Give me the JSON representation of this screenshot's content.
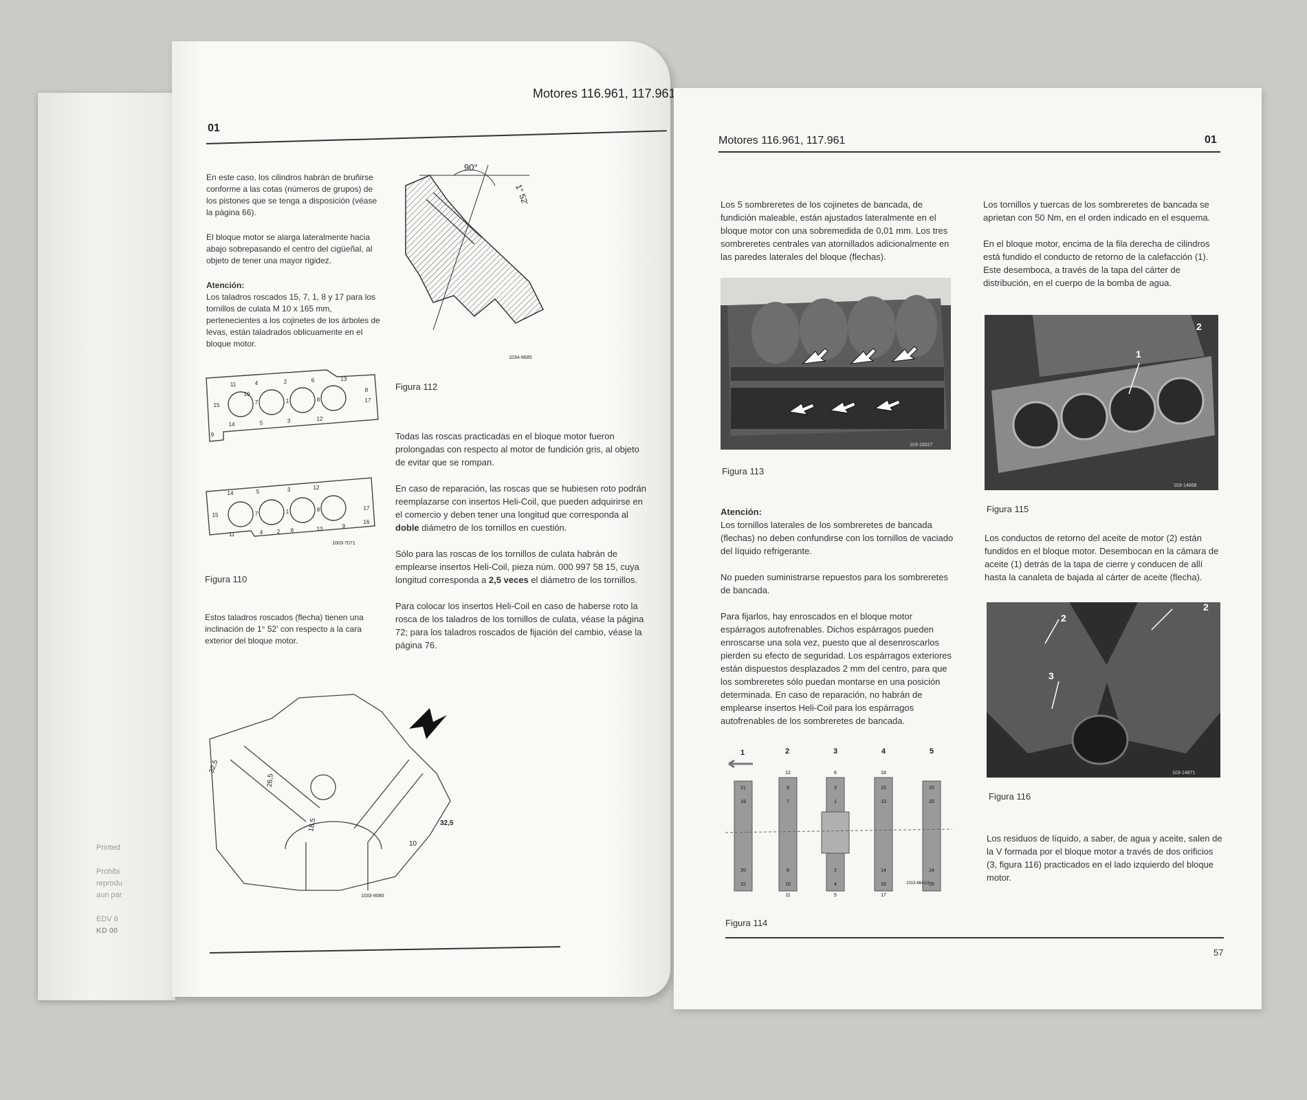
{
  "left_page": {
    "header_title": "Motores 116.961, 117.961",
    "section": "01",
    "para1": "En este caso, los cilindros habrán de bruñirse conforme a las cotas (números de grupos) de los pistones que se tenga a disposición (véase la página 66).",
    "para2": "El bloque motor se alarga lateralmente hacia abajo sobrepasando el centro del cigüeñal, al objeto de tener una mayor rigidez.",
    "atencion_label": "Atención:",
    "atencion_text": "Los taladros roscados 15, 7, 1, 8 y 17 para los tornillos de culata M 10 x 165 mm, pertenecientes a los cojinetes de los árboles de levas, están taladrados oblicuamente en el bloque motor.",
    "fig110_caption": "Figura 110",
    "fig110_code": "1003-7071",
    "fig110_top_numbers": [
      "11",
      "4",
      "10",
      "2",
      "6",
      "13",
      "8",
      "15",
      "7",
      "1",
      "8",
      "17",
      "14",
      "5",
      "3",
      "12",
      "9"
    ],
    "fig110_bottom_numbers": [
      "14",
      "5",
      "3",
      "12",
      "15",
      "7",
      "1",
      "8",
      "17",
      "11",
      "4",
      "2",
      "6",
      "13",
      "16",
      "9"
    ],
    "para3": "Estos taladros roscados (flecha) tienen una inclinación de 1° 52' con respecto a la cara exterior del bloque motor.",
    "fig112_caption": "Figura 112",
    "fig112_angle": "90°",
    "fig112_angle2": "1° 52'",
    "fig112_code": "1034-9685",
    "para4": "Todas las roscas practicadas en el bloque motor fueron prolongadas con respecto al motor de fundición gris, al objeto de evitar que se rompan.",
    "para5_a": "En caso de reparación, las roscas que se hubiesen roto podrán reemplazarse con insertos Heli-Coil, que pueden adquirirse en el comercio y deben tener una longitud que corresponda al ",
    "para5_bold": "doble",
    "para5_b": " diámetro de los tornillos en cuestión.",
    "para6_a": "Sólo para las roscas de los tornillos de culata habrán de emplearse insertos Heli-Coil, pieza núm. 000 997 58 15, cuya longitud corresponda a ",
    "para6_bold": "2,5 veces",
    "para6_b": " el diámetro de los tornillos.",
    "para7": "Para colocar los insertos Heli-Coil en caso de haberse roto la rosca de los taladros de los tornillos de culata, véase la página 72; para los taladros roscados de fijación del cambio, véase la página 76.",
    "fig111_dims": [
      "32,5",
      "32,5",
      "26,5",
      "10",
      "18,5"
    ],
    "fig111_code": "1033-9080"
  },
  "side_strip": [
    "Printed",
    "Prohibi",
    "reprodu",
    "aun par",
    "EDV 6",
    "KD 00"
  ],
  "right_page": {
    "header_title": "Motores 116.961, 117.961",
    "section": "01",
    "col1_para1": "Los 5 sombreretes de los cojinetes de bancada, de fundición maleable, están ajustados lateralmente en el bloque motor con una sobremedida de 0,01 mm. Los tres sombreretes centrales van atornillados adicionalmente en las paredes laterales del bloque (flechas).",
    "fig113_caption": "Figura 113",
    "fig113_code": "103-15027",
    "atencion_label": "Atención:",
    "atencion_text": "Los tornillos laterales de los sombreretes de bancada (flechas) no deben confundirse con los tornillos de vaciado del líquido refrigerante.",
    "col1_para2": "No pueden suministrarse repuestos para los sombreretes de bancada.",
    "col1_para3": "Para fijarlos, hay enroscados en el bloque motor espárragos autofrenables. Dichos espárragos pueden enroscarse una sola vez, puesto que al desenroscarlos pierden su efecto de seguridad. Los espárragos exteriores están dispuestos desplazados 2 mm del centro, para que los sombreretes sólo puedan montarse en una posición determinada. En caso de reparación, no habrán de emplearse insertos Heli-Coil para los espárragos autofrenables de los sombreretes de bancada.",
    "fig114_caption": "Figura 114",
    "fig114_code": "1013-8641/2",
    "fig114_cols": [
      "1",
      "2",
      "3",
      "4",
      "5"
    ],
    "fig114_col1_nums": [
      "21",
      "19",
      "20",
      "22"
    ],
    "fig114_col2_nums": [
      "12",
      "9",
      "7",
      "8",
      "10",
      "11"
    ],
    "fig114_col3_nums": [
      "6",
      "3",
      "1",
      "2",
      "4",
      "5"
    ],
    "fig114_col4_nums": [
      "18",
      "15",
      "13",
      "14",
      "16",
      "17"
    ],
    "fig114_col5_nums": [
      "25",
      "23",
      "24",
      "26"
    ],
    "col2_para1": "Los tornillos y tuercas de los sombreretes de bancada se aprietan con 50 Nm, en el orden indicado en el esquema.",
    "col2_para2": "En el bloque motor, encima de la fila derecha de cilindros está fundido el conducto de retorno de la calefacción (1). Este desemboca, a través de la tapa del cárter de distribución, en el cuerpo de la bomba de agua.",
    "fig115_caption": "Figura 115",
    "fig115_code": "103-14868",
    "fig115_labels": [
      "1",
      "2"
    ],
    "col2_para3": "Los conductos de retorno del aceite de motor (2) están fundidos en el bloque motor. Desembocan en la cámara de aceite (1) detrás de la tapa de cierre y conducen de allí hasta la canaleta de bajada al cárter de aceite (flecha).",
    "fig116_caption": "Figura 116",
    "fig116_code": "103-14871",
    "fig116_labels": [
      "2",
      "2",
      "3"
    ],
    "col2_para4": "Los residuos de líquido, a saber, de agua y aceite, salen de la V formada por el bloque motor a través de dos orificios (3, figura 116) practicados en el lado izquierdo del bloque motor.",
    "page_number": "57"
  },
  "colors": {
    "background": "#c9cbc6",
    "paper": "#f7f7f4",
    "ink": "#2a2a2a",
    "photo_dark": "#3a3a3a"
  }
}
